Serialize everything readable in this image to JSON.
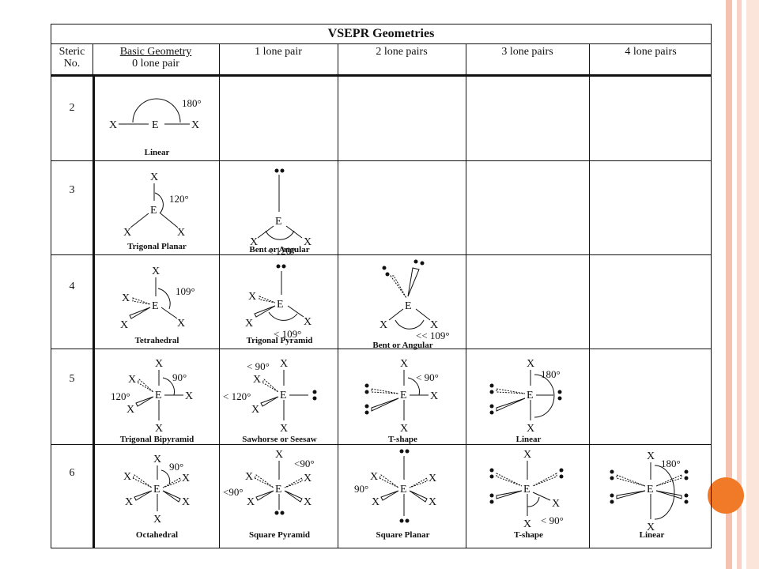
{
  "table": {
    "title": "VSEPR Geometries",
    "headers": {
      "steric": [
        "Steric",
        "No."
      ],
      "basic": [
        "Basic Geometry",
        "0 lone pair"
      ],
      "lp1": "1 lone pair",
      "lp2": "2 lone pairs",
      "lp3": "3 lone pairs",
      "lp4": "4 lone pairs"
    },
    "rows": [
      {
        "steric": "2",
        "cells": [
          {
            "name": "Linear",
            "angle": "180°"
          }
        ]
      },
      {
        "steric": "3",
        "cells": [
          {
            "name": "Trigonal Planar",
            "angle": "120°"
          },
          {
            "name": "Bent or Angular",
            "angle": "< 120°"
          }
        ]
      },
      {
        "steric": "4",
        "cells": [
          {
            "name": "Tetrahedral",
            "angle": "109°"
          },
          {
            "name": "Trigonal Pyramid",
            "angle": "< 109°"
          },
          {
            "name": "Bent or Angular",
            "angle": "<< 109°"
          }
        ]
      },
      {
        "steric": "5",
        "cells": [
          {
            "name": "Trigonal Bipyramid",
            "angle": "90°",
            "angle2": "120°"
          },
          {
            "name": "Sawhorse or Seesaw",
            "angle": "< 90°",
            "angle2": "< 120°"
          },
          {
            "name": "T-shape",
            "angle": "< 90°"
          },
          {
            "name": "Linear",
            "angle": "180°"
          }
        ]
      },
      {
        "steric": "6",
        "cells": [
          {
            "name": "Octahedral",
            "angle": "90°"
          },
          {
            "name": "Square Pyramid",
            "angle": "<90°",
            "angle2": "<90°"
          },
          {
            "name": "Square Planar",
            "angle": "90°"
          },
          {
            "name": "T-shape",
            "angle": "< 90°"
          },
          {
            "name": "Linear",
            "angle": "180°"
          }
        ]
      }
    ]
  },
  "atoms": {
    "central": "E",
    "ligand": "X"
  }
}
